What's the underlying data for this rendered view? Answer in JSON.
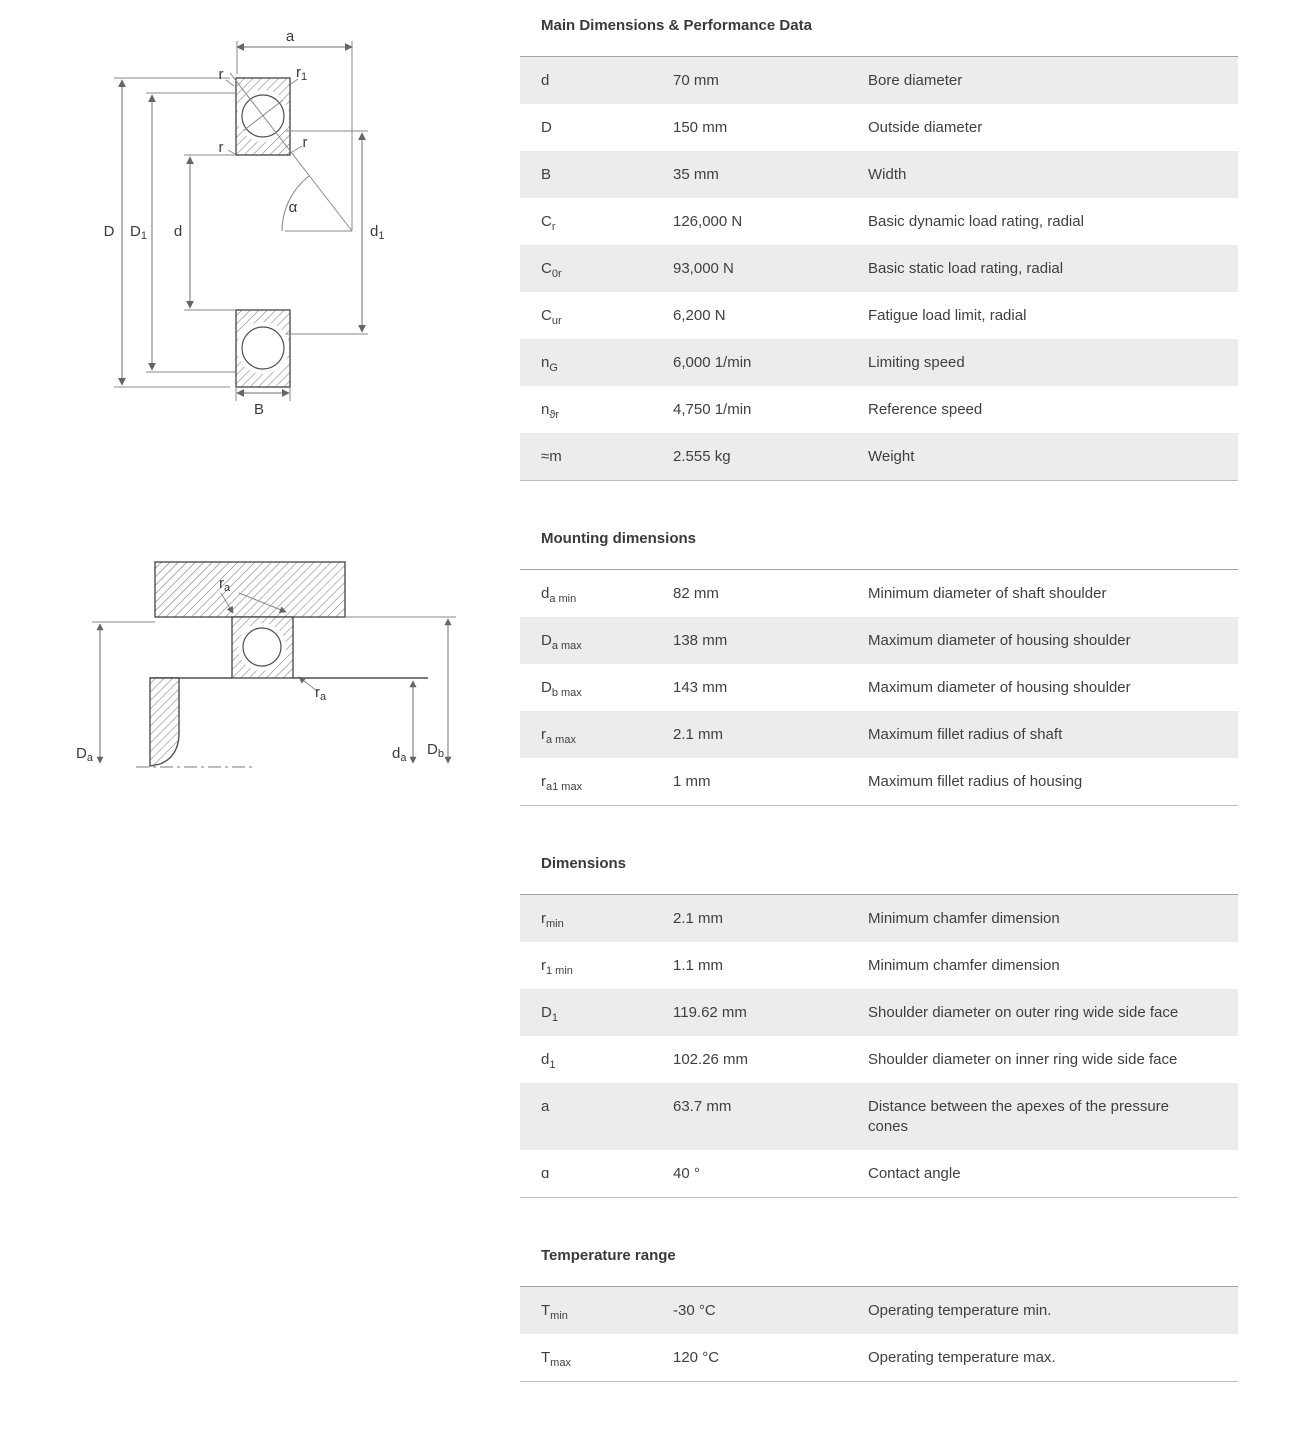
{
  "sections": [
    {
      "title": "Main Dimensions & Performance Data",
      "rows": [
        {
          "base": "d",
          "sub": "",
          "value": "70 mm",
          "desc": "Bore diameter"
        },
        {
          "base": "D",
          "sub": "",
          "value": "150 mm",
          "desc": "Outside diameter"
        },
        {
          "base": "B",
          "sub": "",
          "value": "35 mm",
          "desc": "Width"
        },
        {
          "base": "C",
          "sub": "r",
          "value": "126,000 N",
          "desc": "Basic dynamic load rating, radial"
        },
        {
          "base": "C",
          "sub": "0r",
          "value": "93,000 N",
          "desc": "Basic static load rating, radial"
        },
        {
          "base": "C",
          "sub": "ur",
          "value": "6,200 N",
          "desc": "Fatigue load limit, radial"
        },
        {
          "base": "n",
          "sub": "G",
          "value": "6,000 1/min",
          "desc": "Limiting speed"
        },
        {
          "base": "n",
          "sub": "ϑr",
          "value": "4,750 1/min",
          "desc": "Reference speed"
        },
        {
          "base": "≈m",
          "sub": "",
          "value": "2.555 kg",
          "desc": "Weight"
        }
      ]
    },
    {
      "title": "Mounting dimensions",
      "rows": [
        {
          "base": "d",
          "sub": "a min",
          "value": "82 mm",
          "desc": "Minimum diameter of shaft shoulder"
        },
        {
          "base": "D",
          "sub": "a max",
          "value": "138 mm",
          "desc": "Maximum diameter of housing shoulder"
        },
        {
          "base": "D",
          "sub": "b max",
          "value": "143 mm",
          "desc": "Maximum diameter of housing shoulder"
        },
        {
          "base": "r",
          "sub": "a max",
          "value": "2.1 mm",
          "desc": "Maximum fillet radius of shaft"
        },
        {
          "base": "r",
          "sub": "a1 max",
          "value": "1 mm",
          "desc": "Maximum fillet radius of housing"
        }
      ]
    },
    {
      "title": "Dimensions",
      "rows": [
        {
          "base": "r",
          "sub": "min",
          "value": "2.1 mm",
          "desc": "Minimum chamfer dimension"
        },
        {
          "base": "r",
          "sub": "1 min",
          "value": "1.1 mm",
          "desc": "Minimum chamfer dimension"
        },
        {
          "base": "D",
          "sub": "1",
          "value": "119.62 mm",
          "desc": "Shoulder diameter on outer ring wide side face"
        },
        {
          "base": "d",
          "sub": "1",
          "value": "102.26 mm",
          "desc": "Shoulder diameter on inner ring wide side face"
        },
        {
          "base": "a",
          "sub": "",
          "value": "63.7 mm",
          "desc": "Distance between the apexes of the pres­sure cones"
        },
        {
          "base": "ɑ",
          "sub": "",
          "value": "40 °",
          "desc": "Contact angle"
        }
      ]
    },
    {
      "title": "Temperature range",
      "rows": [
        {
          "base": "T",
          "sub": "min",
          "value": "-30 °C",
          "desc": "Operating temperature min."
        },
        {
          "base": "T",
          "sub": "max",
          "value": "120 °C",
          "desc": "Operating temperature max."
        }
      ]
    }
  ],
  "diagram_top": {
    "labels": {
      "a": "a",
      "r_top_left": "r",
      "r1_base": "r",
      "r1_sub": "1",
      "r_mid_left": "r",
      "r_mid_right": "r",
      "alpha": "α",
      "D": "D",
      "D1_base": "D",
      "D1_sub": "1",
      "d": "d",
      "d1_base": "d",
      "d1_sub": "1",
      "B": "B"
    }
  },
  "diagram_bottom": {
    "labels": {
      "ra_top_base": "r",
      "ra_top_sub": "a",
      "ra_mid_base": "r",
      "ra_mid_sub": "a",
      "Da_base": "D",
      "Da_sub": "a",
      "da_base": "d",
      "da_sub": "a",
      "Db_base": "D",
      "Db_sub": "b"
    }
  }
}
